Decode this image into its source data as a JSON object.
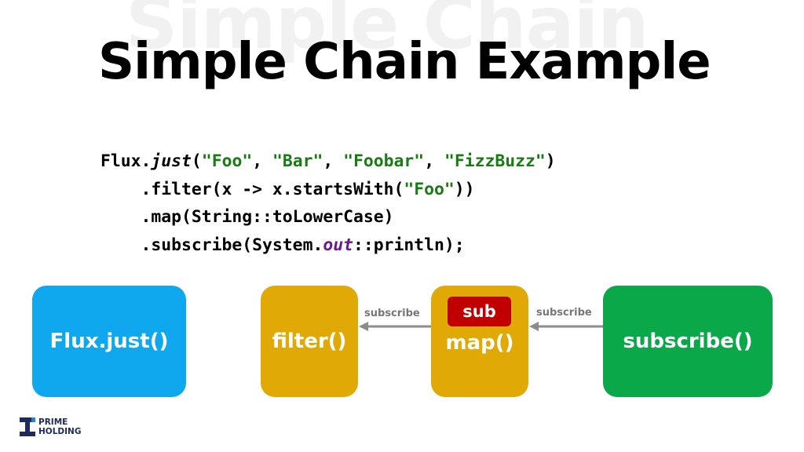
{
  "slide": {
    "watermark": "Simple Chain",
    "title": "Simple Chain Example"
  },
  "code": {
    "l1_a": "Flux.",
    "l1_just": "just",
    "l1_b": "(",
    "l1_s1": "\"Foo\"",
    "l1_c1": ", ",
    "l1_s2": "\"Bar\"",
    "l1_c2": ", ",
    "l1_s3": "\"Foobar\"",
    "l1_c3": ", ",
    "l1_s4": "\"FizzBuzz\"",
    "l1_end": ")",
    "l2_a": "    .filter(x -> x.startsWith(",
    "l2_s": "\"Foo\"",
    "l2_end": "))",
    "l3": "    .map(String::toLowerCase)",
    "l4_a": "    .subscribe(System.",
    "l4_out": "out",
    "l4_end": "::println);"
  },
  "diagram": {
    "boxes": {
      "flux_just": "Flux.just()",
      "filter": "filter()",
      "map": "map()",
      "subscribe": "subscribe()"
    },
    "badge": "sub",
    "arrow_label_left": "subscribe",
    "arrow_label_right": "subscribe"
  },
  "colors": {
    "flux_just": "#0fa8ef",
    "operator": "#e0a905",
    "subscribe": "#0ba84a",
    "badge": "#c00000",
    "arrow": "#8c8c8c"
  },
  "logo": {
    "line1": "PRIME",
    "line2": "HOLDING",
    "icon": "prime-holding-logo-icon"
  }
}
